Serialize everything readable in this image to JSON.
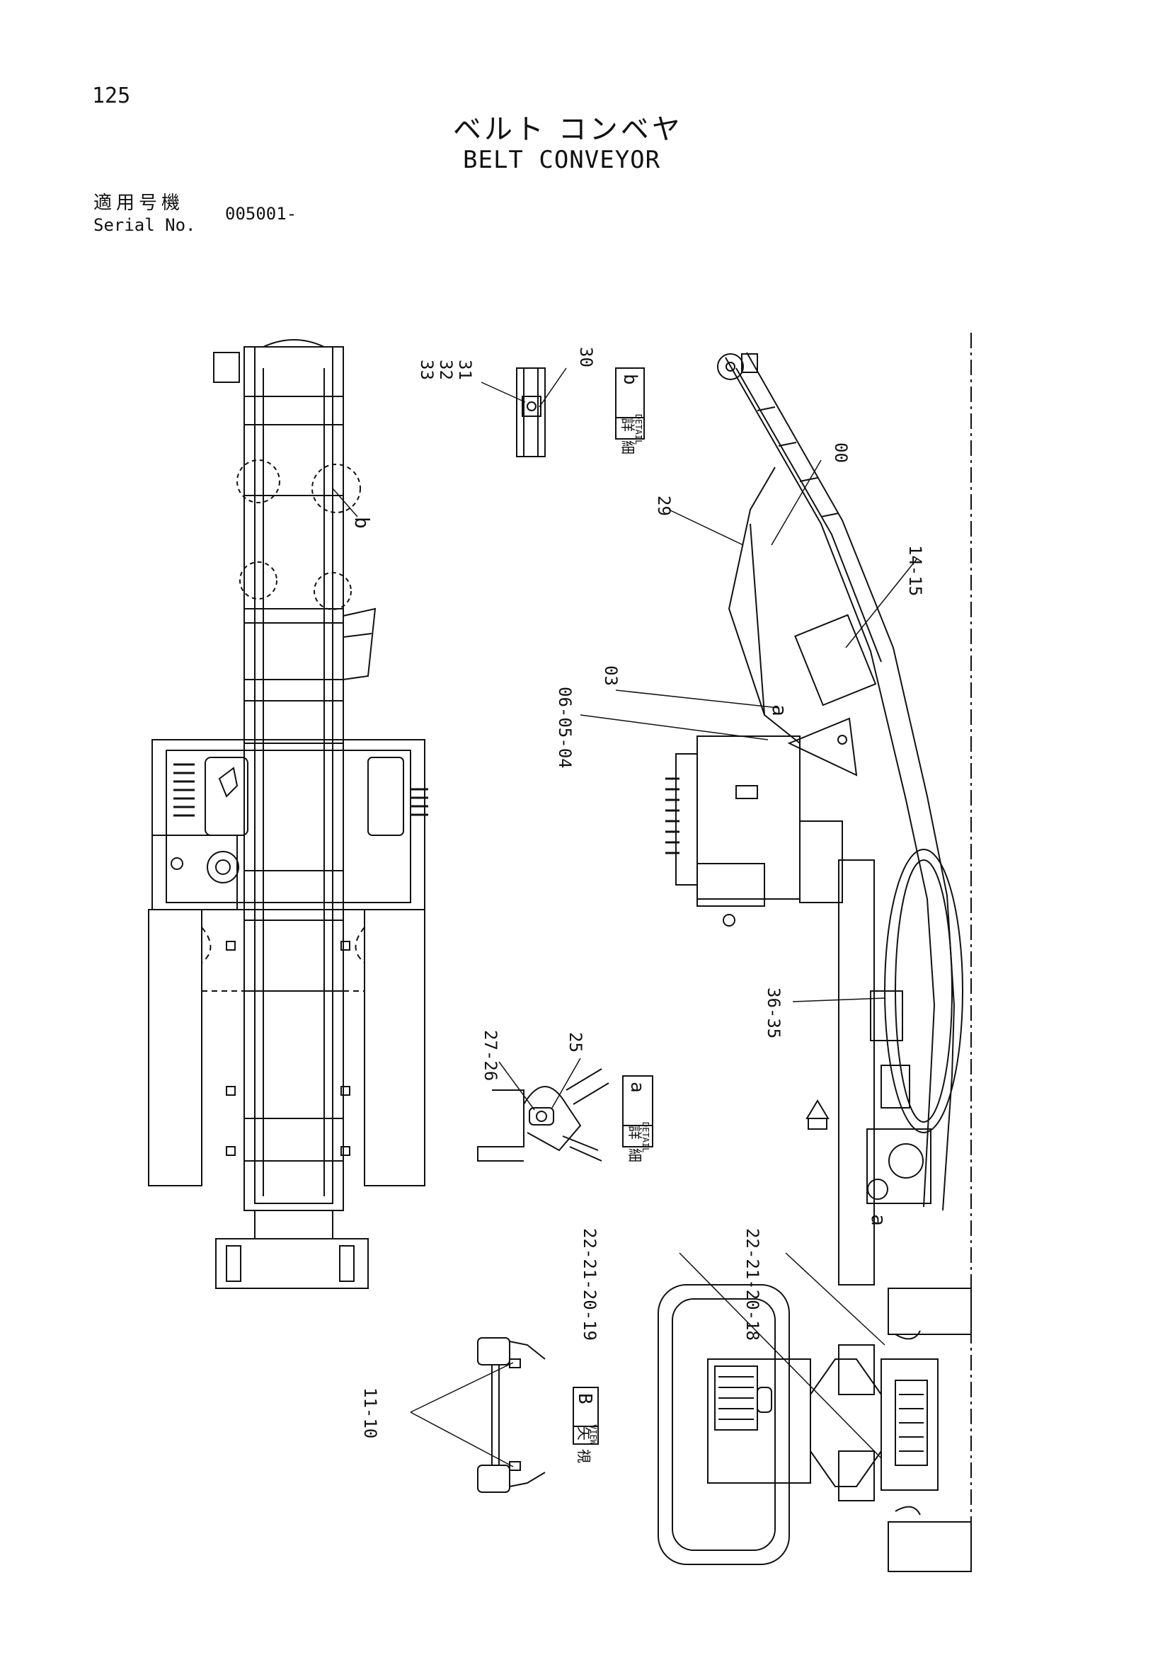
{
  "header": {
    "page_number": "125",
    "title_jp": "ベルト コンベヤ",
    "title_en": "BELT CONVEYOR",
    "serial_label_jp": "適用号機",
    "serial_label_en": "Serial No.",
    "serial_value": "005001-"
  },
  "callouts": {
    "c33": "33",
    "c32": "32",
    "c31": "31",
    "c30": "30",
    "c00": "00",
    "c29": "29",
    "c14_15": "14-15",
    "c03": "03",
    "c06_04": "06-05-04",
    "c36_35": "36-35",
    "c27_26": "27-26",
    "c25": "25",
    "c22_19": "22-21-20-19",
    "c22_18": "22-21-20-18",
    "c11_10": "11-10"
  },
  "detail_labels": {
    "detail_b_jp": "詳 細",
    "detail_b_en": "DETAIL",
    "detail_b_letter": "b",
    "detail_a_jp": "詳 細",
    "detail_a_en": "DETAIL",
    "detail_a_letter": "a",
    "view_b_jp": "矢 視",
    "view_b_en": "VIEW",
    "view_b_letter": "B",
    "marker_b": "b",
    "marker_a1": "a",
    "marker_a2": "a"
  }
}
